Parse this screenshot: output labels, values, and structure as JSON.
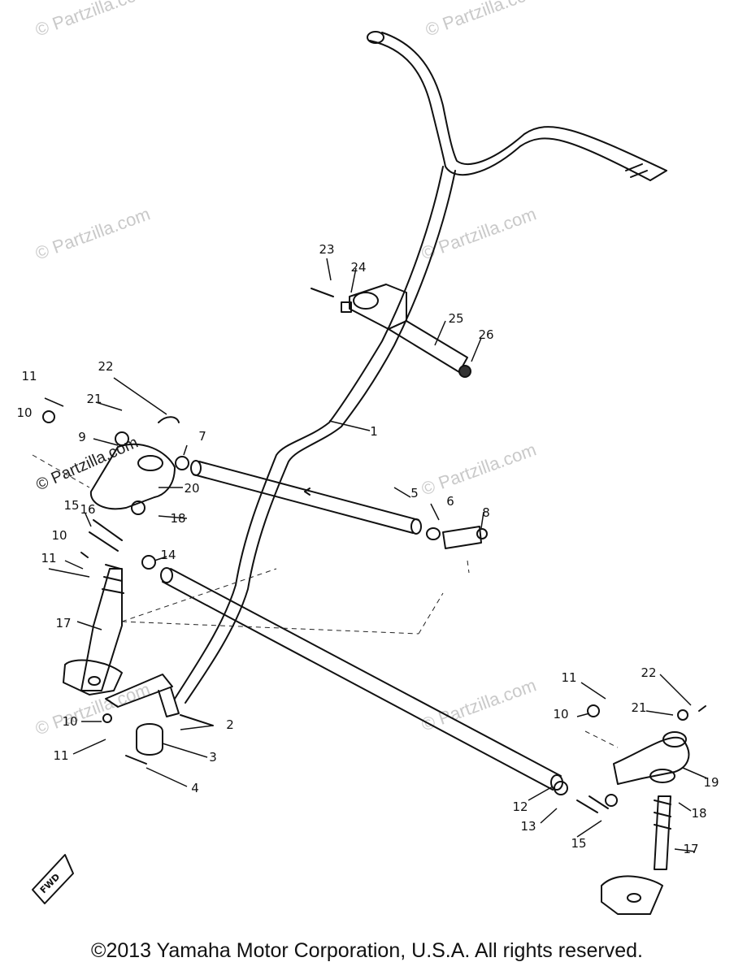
{
  "watermark": {
    "text": "© Partzilla.com"
  },
  "diagram": {
    "callouts": [
      "1",
      "2",
      "3",
      "4",
      "5",
      "6",
      "7",
      "8",
      "9",
      "10",
      "10",
      "10",
      "10",
      "11",
      "11",
      "11",
      "11",
      "12",
      "13",
      "14",
      "15",
      "15",
      "16",
      "17",
      "17",
      "18",
      "18",
      "19",
      "20",
      "21",
      "21",
      "22",
      "22",
      "23",
      "24",
      "25",
      "26"
    ],
    "badge": "FWD"
  },
  "footer": {
    "copyright": "©2013 Yamaha Motor Corporation, U.S.A. All rights reserved."
  }
}
